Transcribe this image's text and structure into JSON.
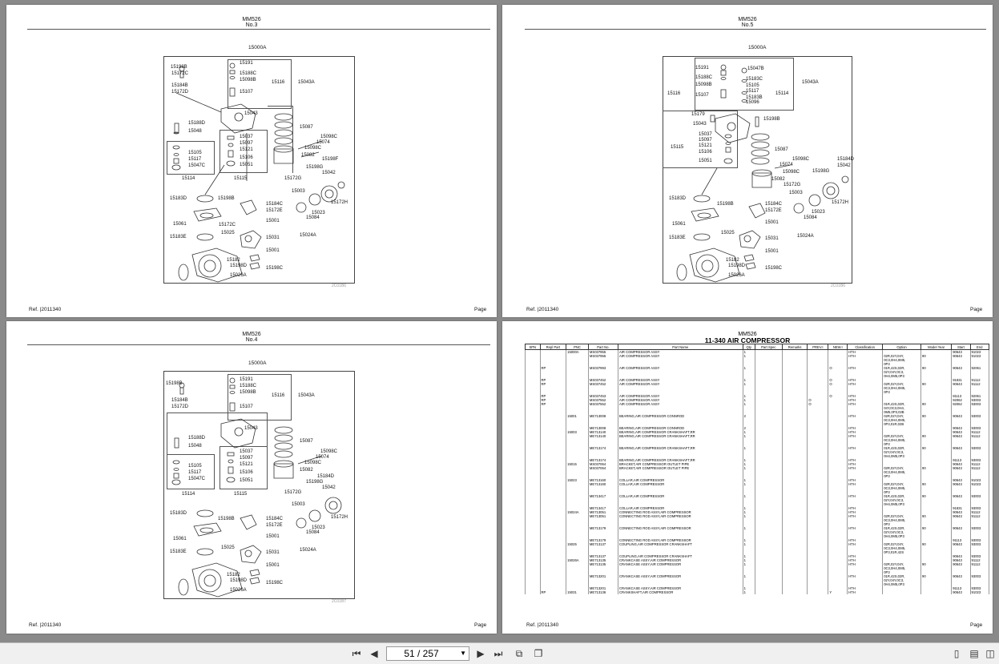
{
  "pages": [
    {
      "model": "MM526",
      "no": "No.3",
      "top": "15000A",
      "ref": "Ref.",
      "refnum": "2011340",
      "page": "Page",
      "wm": "2C01B6"
    },
    {
      "model": "MM526",
      "no": "No.5",
      "top": "15000A",
      "ref": "Ref.",
      "refnum": "2011340",
      "page": "Page",
      "wm": "2C01B6"
    },
    {
      "model": "MM526",
      "no": "No.4",
      "top": "15000A",
      "ref": "Ref.",
      "refnum": "2011340",
      "page": "Page",
      "wm": "2C01B7"
    },
    {
      "model": "MM526",
      "title": "11-340 AIR COMPRESSOR",
      "ref": "Ref.",
      "refnum": "2011340",
      "page": "Page"
    }
  ],
  "labels_p3": [
    "15198B",
    "15172C",
    "15191",
    "15188C",
    "15098B",
    "15116",
    "15043A",
    "15184B",
    "15172D",
    "15107",
    "15043",
    "15188D",
    "15048",
    "15087",
    "15098C",
    "15074",
    "15037",
    "15097",
    "15098C",
    "15121",
    "15082",
    "15105",
    "15106",
    "15198F",
    "15117",
    "15047C",
    "15051",
    "15198G",
    "15114",
    "15115",
    "15172G",
    "15042",
    "15183D",
    "15198B",
    "15003",
    "15184C",
    "15172H",
    "15172E",
    "15023",
    "15084",
    "15061",
    "15172C",
    "15001",
    "15025",
    "15031",
    "15024A",
    "15183E",
    "15001",
    "15182",
    "15198D",
    "15198C",
    "15026A"
  ],
  "labels_p5": [
    "15191",
    "15047B",
    "15188C",
    "15183C",
    "15098B",
    "15043A",
    "15105",
    "15116",
    "15107",
    "15117",
    "15114",
    "15183B",
    "15096",
    "15179",
    "15198B",
    "15043",
    "15037",
    "15097",
    "15121",
    "15115",
    "15106",
    "15087",
    "15098C",
    "15184D",
    "15074",
    "15042",
    "15051",
    "15098C",
    "15198G",
    "15082",
    "15172G",
    "15003",
    "15172H",
    "15183D",
    "15198B",
    "15184C",
    "15172E",
    "15023",
    "15084",
    "15061",
    "15001",
    "15025",
    "15031",
    "15024A",
    "15183E",
    "15001",
    "15182",
    "15198D",
    "15198C",
    "15026A"
  ],
  "labels_p4": [
    "15198B",
    "15191",
    "15188C",
    "15098B",
    "15116",
    "15043A",
    "15184B",
    "15172D",
    "15107",
    "15043",
    "15188D",
    "15048",
    "15087",
    "15037",
    "15098C",
    "15097",
    "15074",
    "15121",
    "15098C",
    "15105",
    "15082",
    "15117",
    "15106",
    "15184D",
    "15047C",
    "15051",
    "15198G",
    "15114",
    "15115",
    "15172G",
    "15042",
    "15003",
    "15183D",
    "15198B",
    "15184C",
    "15172H",
    "15172E",
    "15023",
    "15084",
    "15061",
    "15001",
    "15025",
    "15031",
    "15024A",
    "15183E",
    "15001",
    "15182",
    "15198D",
    "15198C",
    "15026A"
  ],
  "table": {
    "headers": [
      "SPN",
      "Repl Part",
      "PNC",
      "Part No.",
      "Part Name",
      "Qty",
      "Part Spec",
      "Remarks",
      "PREV.I",
      "NEW.I",
      "Classification",
      "Option",
      "Model Year",
      "Start",
      "End"
    ],
    "rows": [
      [
        "",
        "",
        "15000A",
        "MS037955",
        "AIR COMPRESSOR ASSY",
        "1",
        "",
        "",
        "",
        "",
        "HTH",
        "",
        "",
        "90643",
        "91023"
      ],
      [
        "",
        "",
        "",
        "MS037955",
        "AIR COMPRESSOR ASSY",
        "1",
        "",
        "",
        "",
        "",
        "HTH",
        "02R,02Y,04Y,",
        "90",
        "90643",
        "91023"
      ],
      [
        "",
        "",
        "",
        "",
        "",
        "",
        "",
        "",
        "",
        "",
        "",
        "0C3,0H4,0M5,",
        "",
        "",
        ""
      ],
      [
        "",
        "",
        "",
        "",
        "",
        "",
        "",
        "",
        "",
        "",
        "",
        "0P3",
        "",
        "",
        ""
      ],
      [
        "",
        "RP",
        "",
        "MS037993",
        "AIR COMPRESSOR ASSY",
        "1",
        "",
        "",
        "",
        "O",
        "HTH",
        "01R,42S,02R,",
        "90",
        "90643",
        "92061"
      ],
      [
        "",
        "",
        "",
        "",
        "",
        "",
        "",
        "",
        "",
        "",
        "",
        "02Y,04Y,0C3,",
        "",
        "",
        ""
      ],
      [
        "",
        "",
        "",
        "",
        "",
        "",
        "",
        "",
        "",
        "",
        "",
        "0H4,0M5,0P3",
        "",
        "",
        ""
      ],
      [
        "",
        "RP",
        "",
        "MS037452",
        "AIR COMPRESSOR ASSY",
        "1",
        "",
        "",
        "",
        "O",
        "HTH",
        "",
        "",
        "91831",
        "91112"
      ],
      [
        "",
        "RP",
        "",
        "MS037452",
        "AIR COMPRESSOR ASSY",
        "1",
        "",
        "",
        "",
        "O",
        "HTH",
        "02R,02Y,04Y,",
        "90",
        "90643",
        "91112"
      ],
      [
        "",
        "",
        "",
        "",
        "",
        "",
        "",
        "",
        "",
        "",
        "",
        "0C3,0H4,0M5,",
        "",
        "",
        ""
      ],
      [
        "",
        "",
        "",
        "",
        "",
        "",
        "",
        "",
        "",
        "",
        "",
        "0P3",
        "",
        "",
        ""
      ],
      [
        "",
        "RP",
        "",
        "MS037453",
        "AIR COMPRESSOR ASSY",
        "1",
        "",
        "",
        "",
        "O",
        "HTH",
        "",
        "",
        "91113",
        "92061"
      ],
      [
        "",
        "RP",
        "",
        "MS037552",
        "AIR COMPRESSOR ASSY",
        "1",
        "",
        "",
        "O",
        "",
        "HTH",
        "",
        "",
        "92062",
        "93003"
      ],
      [
        "",
        "RP",
        "",
        "MS037552",
        "AIR COMPRESSOR ASSY",
        "1",
        "",
        "",
        "O",
        "",
        "HTH",
        "01R,42S,02R,",
        "90",
        "92062",
        "93003"
      ],
      [
        "",
        "",
        "",
        "",
        "",
        "",
        "",
        "",
        "",
        "",
        "",
        "04Y,0C3,0H4,",
        "",
        "",
        ""
      ],
      [
        "",
        "",
        "",
        "",
        "",
        "",
        "",
        "",
        "",
        "",
        "",
        "0M5,0P3,02B",
        "",
        "",
        ""
      ],
      [
        "",
        "",
        "15001",
        "ME713008",
        "BEARING,AIR COMPRESSOR CONNROD",
        "2",
        "",
        "",
        "",
        "",
        "HTH",
        "02R,02Y,04Y,",
        "90",
        "90643",
        "93003"
      ],
      [
        "",
        "",
        "",
        "",
        "",
        "",
        "",
        "",
        "",
        "",
        "",
        "0C3,0H4,0M5,",
        "",
        "",
        ""
      ],
      [
        "",
        "",
        "",
        "",
        "",
        "",
        "",
        "",
        "",
        "",
        "",
        "0P3,01R,02B",
        "",
        "",
        ""
      ],
      [
        "",
        "",
        "",
        "ME713008",
        "BEARING,AIR COMPRESSOR CONNROD",
        "2",
        "",
        "",
        "",
        "",
        "HTH",
        "",
        "",
        "90643",
        "93003"
      ],
      [
        "",
        "",
        "15003",
        "ME713140",
        "BEARING,AIR COMPRESSOR CRANKSHAFT,RR",
        "1",
        "",
        "",
        "",
        "",
        "HTH",
        "",
        "",
        "90643",
        "91112"
      ],
      [
        "",
        "",
        "",
        "ME713140",
        "BEARING,AIR COMPRESSOR CRANKSHAFT,RR",
        "1",
        "",
        "",
        "",
        "",
        "HTH",
        "02R,02Y,04Y,",
        "90",
        "90643",
        "91112"
      ],
      [
        "",
        "",
        "",
        "",
        "",
        "",
        "",
        "",
        "",
        "",
        "",
        "0C3,0H4,0M5,",
        "",
        "",
        ""
      ],
      [
        "",
        "",
        "",
        "",
        "",
        "",
        "",
        "",
        "",
        "",
        "",
        "0P3",
        "",
        "",
        ""
      ],
      [
        "",
        "",
        "",
        "ME713174",
        "BEARING,AIR COMPRESSOR CRANKSHAFT,RR",
        "1",
        "",
        "",
        "",
        "",
        "HTH",
        "01R,42S,02R,",
        "90",
        "90643",
        "93003"
      ],
      [
        "",
        "",
        "",
        "",
        "",
        "",
        "",
        "",
        "",
        "",
        "",
        "02Y,04Y,0C3,",
        "",
        "",
        ""
      ],
      [
        "",
        "",
        "",
        "",
        "",
        "",
        "",
        "",
        "",
        "",
        "",
        "0H4,0M5,0P3",
        "",
        "",
        ""
      ],
      [
        "",
        "",
        "",
        "ME713174",
        "BEARING,AIR COMPRESSOR CRANKSHAFT,RR",
        "1",
        "",
        "",
        "",
        "",
        "HTH",
        "",
        "",
        "91113",
        "93003"
      ],
      [
        "",
        "",
        "15015",
        "MS037064",
        "BRACKET,AIR COMPRESSOR OUTLET PIPE",
        "1",
        "",
        "",
        "",
        "",
        "HTH",
        "",
        "",
        "90643",
        "91112"
      ],
      [
        "",
        "",
        "",
        "MS037064",
        "BRACKET,AIR COMPRESSOR OUTLET PIPE",
        "1",
        "",
        "",
        "",
        "",
        "HTH",
        "02R,02Y,04Y,",
        "90",
        "90643",
        "91112"
      ],
      [
        "",
        "",
        "",
        "",
        "",
        "",
        "",
        "",
        "",
        "",
        "",
        "0C3,0H4,0M5,",
        "",
        "",
        ""
      ],
      [
        "",
        "",
        "",
        "",
        "",
        "",
        "",
        "",
        "",
        "",
        "",
        "0P3",
        "",
        "",
        ""
      ],
      [
        "",
        "",
        "15023",
        "ME713160",
        "COLLAR,AIR COMPRESSOR",
        "1",
        "",
        "",
        "",
        "",
        "HTH",
        "",
        "",
        "90643",
        "91023"
      ],
      [
        "",
        "",
        "",
        "ME713160",
        "COLLAR,AIR COMPRESSOR",
        "1",
        "",
        "",
        "",
        "",
        "HTH",
        "02R,02Y,04Y,",
        "90",
        "90643",
        "91023"
      ],
      [
        "",
        "",
        "",
        "",
        "",
        "",
        "",
        "",
        "",
        "",
        "",
        "0C3,0H4,0M5,",
        "",
        "",
        ""
      ],
      [
        "",
        "",
        "",
        "",
        "",
        "",
        "",
        "",
        "",
        "",
        "",
        "0P3",
        "",
        "",
        ""
      ],
      [
        "",
        "",
        "",
        "ME713417",
        "COLLAR,AIR COMPRESSOR",
        "1",
        "",
        "",
        "",
        "",
        "HTH",
        "01R,42S,02R,",
        "90",
        "90643",
        "93003"
      ],
      [
        "",
        "",
        "",
        "",
        "",
        "",
        "",
        "",
        "",
        "",
        "",
        "02Y,04Y,0C3,",
        "",
        "",
        ""
      ],
      [
        "",
        "",
        "",
        "",
        "",
        "",
        "",
        "",
        "",
        "",
        "",
        "0H4,0M5,0P3",
        "",
        "",
        ""
      ],
      [
        "",
        "",
        "",
        "ME713417",
        "COLLAR,AIR COMPRESSOR",
        "1",
        "",
        "",
        "",
        "",
        "HTH",
        "",
        "",
        "91831",
        "93003"
      ],
      [
        "",
        "",
        "15024A",
        "ME713051",
        "CONNECTING ROD ASSY,AIR COMPRESSOR",
        "1",
        "",
        "",
        "",
        "",
        "HTH",
        "",
        "",
        "90643",
        "91112"
      ],
      [
        "",
        "",
        "",
        "ME713051",
        "CONNECTING ROD ASSY,AIR COMPRESSOR",
        "1",
        "",
        "",
        "",
        "",
        "HTH",
        "02R,02Y,04Y,",
        "90",
        "90643",
        "91112"
      ],
      [
        "",
        "",
        "",
        "",
        "",
        "",
        "",
        "",
        "",
        "",
        "",
        "0C3,0H4,0M5,",
        "",
        "",
        ""
      ],
      [
        "",
        "",
        "",
        "",
        "",
        "",
        "",
        "",
        "",
        "",
        "",
        "0P3",
        "",
        "",
        ""
      ],
      [
        "",
        "",
        "",
        "ME713179",
        "CONNECTING ROD ASSY,AIR COMPRESSOR",
        "1",
        "",
        "",
        "",
        "",
        "HTH",
        "01R,42S,02R,",
        "90",
        "90643",
        "93003"
      ],
      [
        "",
        "",
        "",
        "",
        "",
        "",
        "",
        "",
        "",
        "",
        "",
        "02Y,04Y,0C3,",
        "",
        "",
        ""
      ],
      [
        "",
        "",
        "",
        "",
        "",
        "",
        "",
        "",
        "",
        "",
        "",
        "0H4,0M5,0P3",
        "",
        "",
        ""
      ],
      [
        "",
        "",
        "",
        "ME713179",
        "CONNECTING ROD ASSY,AIR COMPRESSOR",
        "1",
        "",
        "",
        "",
        "",
        "HTH",
        "",
        "",
        "91113",
        "93003"
      ],
      [
        "",
        "",
        "15025",
        "ME713137",
        "COUPLING,AIR COMPRESSOR CRANKSHAFT",
        "1",
        "",
        "",
        "",
        "",
        "HTH",
        "02R,02Y,04Y,",
        "90",
        "90643",
        "93003"
      ],
      [
        "",
        "",
        "",
        "",
        "",
        "",
        "",
        "",
        "",
        "",
        "",
        "0C3,0H4,0M5,",
        "",
        "",
        ""
      ],
      [
        "",
        "",
        "",
        "",
        "",
        "",
        "",
        "",
        "",
        "",
        "",
        "0P3,01R,42S",
        "",
        "",
        ""
      ],
      [
        "",
        "",
        "",
        "ME713137",
        "COUPLING,AIR COMPRESSOR CRANKSHAFT",
        "1",
        "",
        "",
        "",
        "",
        "HTH",
        "",
        "",
        "90643",
        "93003"
      ],
      [
        "",
        "",
        "15026A",
        "ME713135",
        "CRANKCASE ASSY,AIR COMPRESSOR",
        "1",
        "",
        "",
        "",
        "",
        "HTH",
        "",
        "",
        "90643",
        "91112"
      ],
      [
        "",
        "",
        "",
        "ME713135",
        "CRANKCASE ASSY,AIR COMPRESSOR",
        "1",
        "",
        "",
        "",
        "",
        "HTH",
        "02R,02Y,04Y,",
        "90",
        "90643",
        "91112"
      ],
      [
        "",
        "",
        "",
        "",
        "",
        "",
        "",
        "",
        "",
        "",
        "",
        "0C3,0H4,0M5,",
        "",
        "",
        ""
      ],
      [
        "",
        "",
        "",
        "",
        "",
        "",
        "",
        "",
        "",
        "",
        "",
        "0P3",
        "",
        "",
        ""
      ],
      [
        "",
        "",
        "",
        "ME713201",
        "CRANKCASE ASSY,AIR COMPRESSOR",
        "1",
        "",
        "",
        "",
        "",
        "HTH",
        "01R,42S,02R,",
        "90",
        "90643",
        "93003"
      ],
      [
        "",
        "",
        "",
        "",
        "",
        "",
        "",
        "",
        "",
        "",
        "",
        "02Y,04Y,0C3,",
        "",
        "",
        ""
      ],
      [
        "",
        "",
        "",
        "",
        "",
        "",
        "",
        "",
        "",
        "",
        "",
        "0H4,0M5,0P3",
        "",
        "",
        ""
      ],
      [
        "",
        "",
        "",
        "ME713201",
        "CRANKCASE ASSY,AIR COMPRESSOR",
        "1",
        "",
        "",
        "",
        "",
        "HTH",
        "",
        "",
        "91113",
        "93003"
      ],
      [
        "",
        "RP",
        "15031",
        "ME713136",
        "CRANKSHAFT,AIR COMPRESSOR",
        "1",
        "",
        "",
        "",
        "Y",
        "HTH",
        "",
        "",
        "90643",
        "91023"
      ]
    ]
  },
  "toolbar": {
    "page_display": "51 / 257"
  }
}
